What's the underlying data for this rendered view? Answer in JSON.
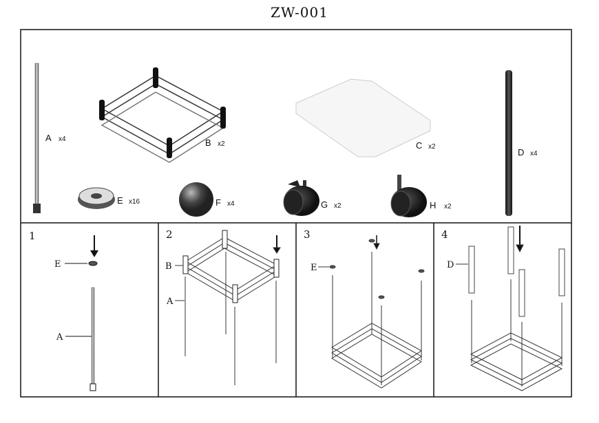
{
  "title": "ZW-001",
  "parts": [
    {
      "letter": "A",
      "qty": "x4"
    },
    {
      "letter": "B",
      "qty": "x2"
    },
    {
      "letter": "C",
      "qty": "x2"
    },
    {
      "letter": "D",
      "qty": "x4"
    },
    {
      "letter": "E",
      "qty": "x16"
    },
    {
      "letter": "F",
      "qty": "x4"
    },
    {
      "letter": "G",
      "qty": "x2"
    },
    {
      "letter": "H",
      "qty": "x2"
    }
  ],
  "steps": [
    {
      "number": "1",
      "labels": [
        "E",
        "A"
      ]
    },
    {
      "number": "2",
      "labels": [
        "B",
        "A"
      ]
    },
    {
      "number": "3",
      "labels": [
        "E"
      ]
    },
    {
      "number": "4",
      "labels": [
        "D"
      ]
    }
  ]
}
